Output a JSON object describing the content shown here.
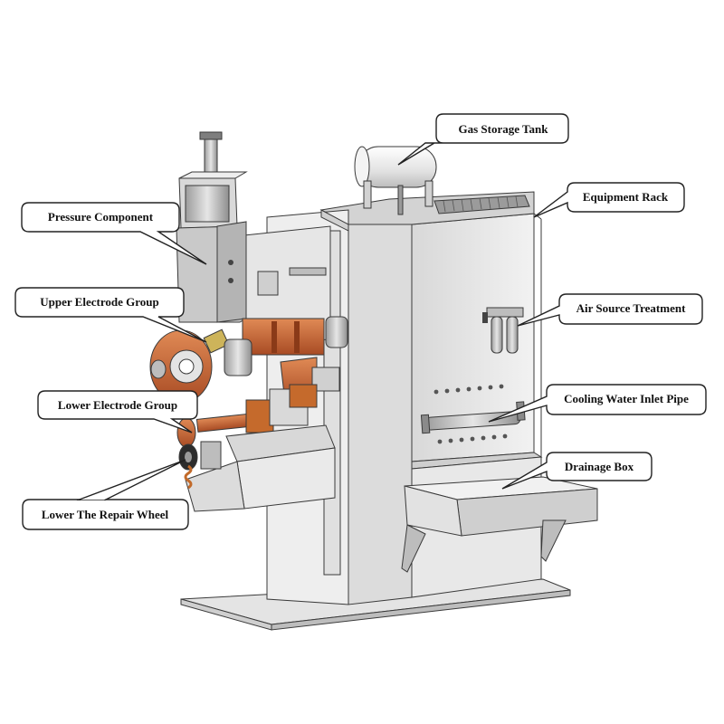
{
  "labels": {
    "gas_storage_tank": "Gas Storage Tank",
    "equipment_rack": "Equipment Rack",
    "pressure_component": "Pressure Component",
    "upper_electrode_group": "Upper Electrode Group",
    "air_source_treatment": "Air Source Treatment",
    "lower_electrode_group": "Lower Electrode Group",
    "cooling_water_inlet_pipe": "Cooling Water Inlet Pipe",
    "drainage_box": "Drainage Box",
    "lower_repair_wheel": "Lower The Repair Wheel"
  },
  "colors": {
    "metal_light": "#e9e9e9",
    "metal_mid": "#cfcfcf",
    "metal_dark": "#a9a9a9",
    "copper": "#c8673a",
    "copper_dark": "#9a4522",
    "orange": "#d27a1e",
    "line": "#3a3a3a"
  }
}
